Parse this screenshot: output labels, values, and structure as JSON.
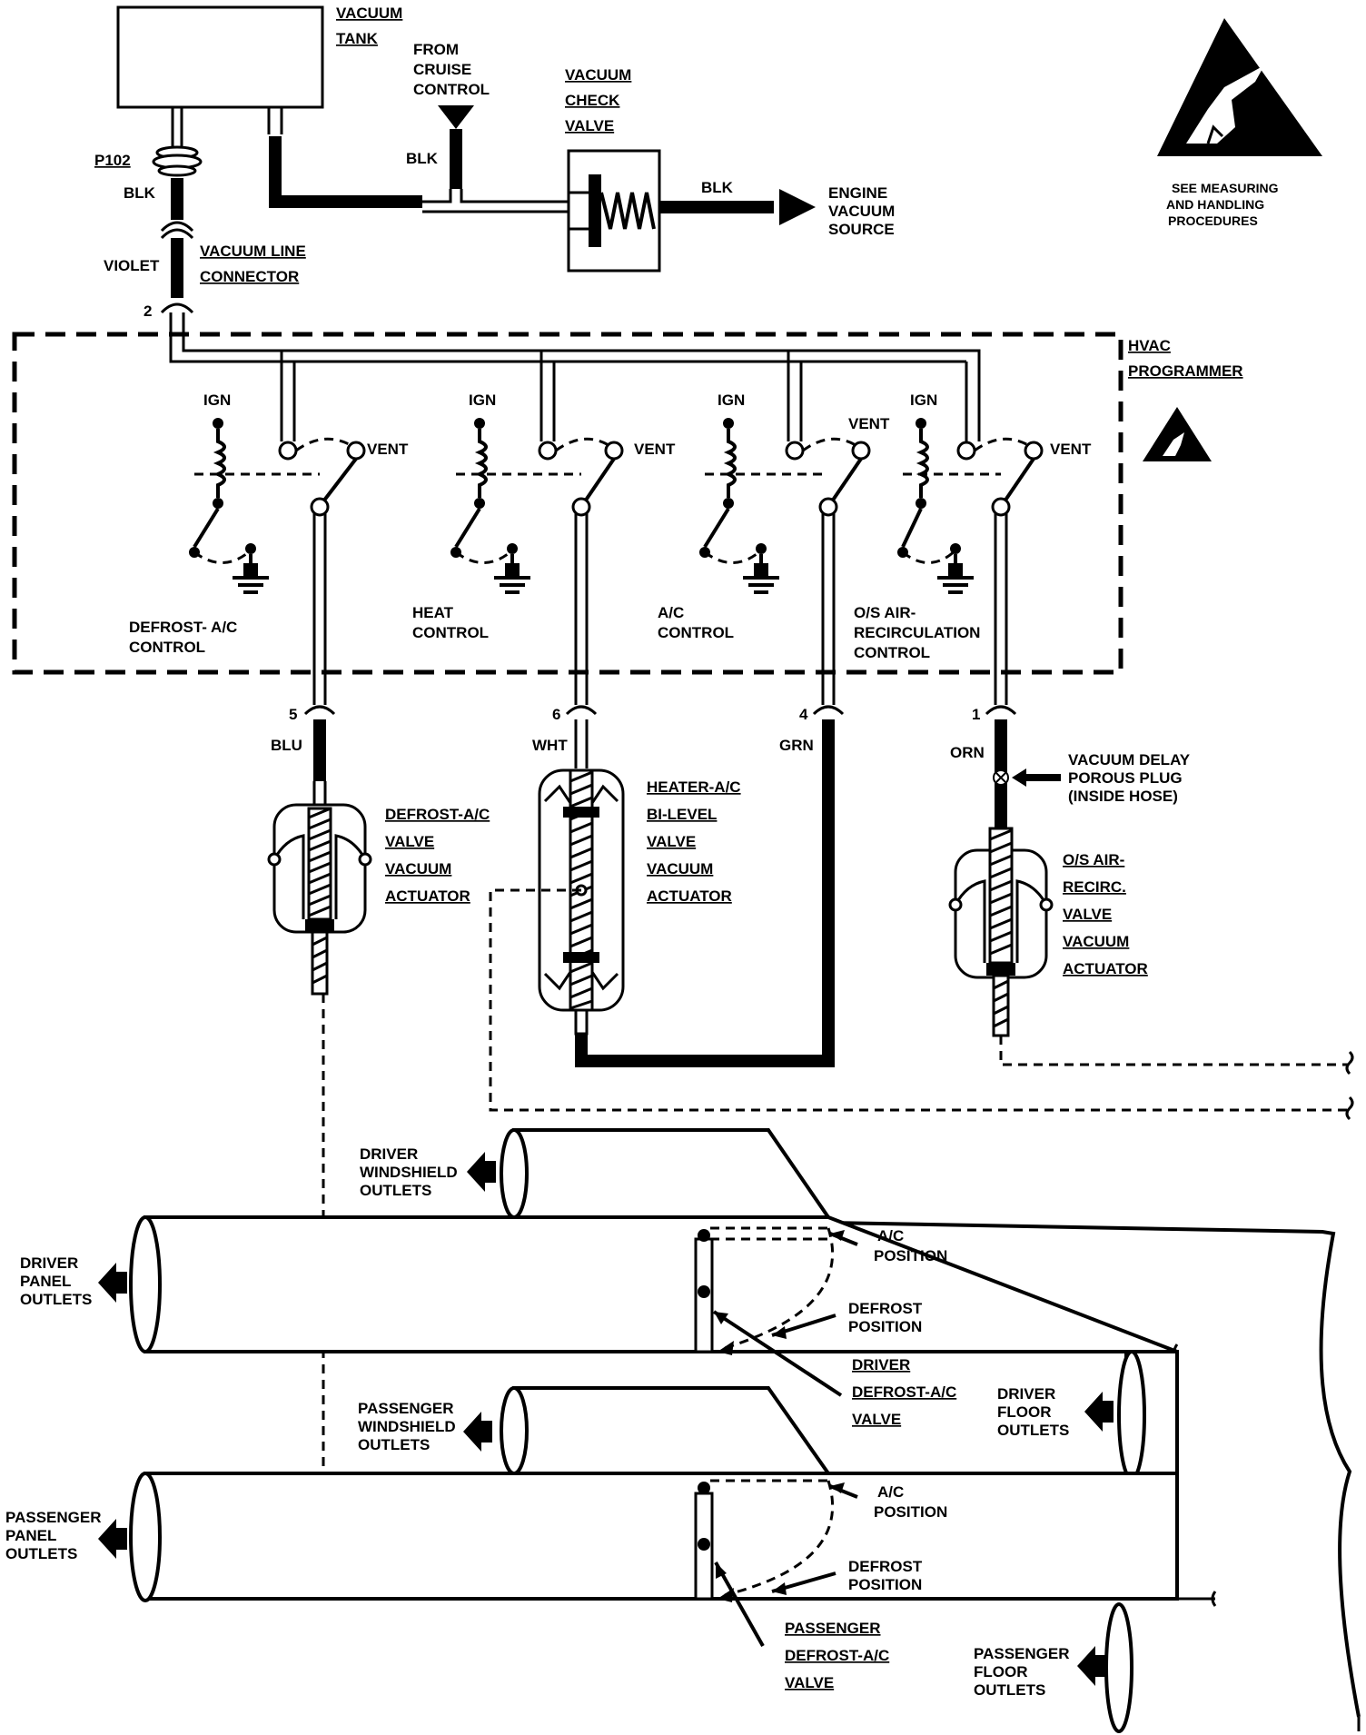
{
  "labels": {
    "vacuum_tank": [
      "VACUUM",
      "TANK"
    ],
    "from_cruise": [
      "FROM",
      "CRUISE",
      "CONTROL"
    ],
    "vacuum_check_valve": [
      "VACUUM",
      "CHECK",
      "VALVE"
    ],
    "blk": "BLK",
    "engine_vacuum": [
      "ENGINE",
      "VACUUM",
      "SOURCE"
    ],
    "esd_note": [
      "SEE MEASURING",
      "AND HANDLING",
      "PROCEDURES"
    ],
    "p102": "P102",
    "violet": "VIOLET",
    "vacuum_line_connector": [
      "VACUUM LINE",
      "CONNECTOR"
    ],
    "pin2": "2",
    "hvac_programmer": [
      "HVAC",
      "PROGRAMMER"
    ],
    "ign": "IGN",
    "vent": "VENT",
    "defrost_ac_control": [
      "DEFROST- A/C",
      "CONTROL"
    ],
    "heat_control": [
      "HEAT",
      "CONTROL"
    ],
    "ac_control": [
      "A/C",
      "CONTROL"
    ],
    "os_air_recirc_control": [
      "O/S AIR-",
      "RECIRCULATION",
      "CONTROL"
    ],
    "pin5": "5",
    "pin6": "6",
    "pin4": "4",
    "pin1": "1",
    "blu": "BLU",
    "wht": "WHT",
    "grn": "GRN",
    "orn": "ORN",
    "defrost_ac_actuator": [
      "DEFROST-A/C",
      "VALVE",
      "VACUUM",
      "ACTUATOR"
    ],
    "heater_ac_actuator": [
      "HEATER-A/C",
      "BI-LEVEL",
      "VALVE",
      "VACUUM",
      "ACTUATOR"
    ],
    "vacuum_delay": [
      "VACUUM DELAY",
      "POROUS PLUG",
      "(INSIDE HOSE)"
    ],
    "os_air_recirc_actuator": [
      "O/S AIR-",
      "RECIRC.",
      "VALVE",
      "VACUUM",
      "ACTUATOR"
    ],
    "driver_windshield": [
      "DRIVER",
      "WINDSHIELD",
      "OUTLETS"
    ],
    "driver_panel": [
      "DRIVER",
      "PANEL",
      "OUTLETS"
    ],
    "ac_position": [
      "A/C",
      "POSITION"
    ],
    "defrost_position": [
      "DEFROST",
      "POSITION"
    ],
    "driver_defrost_valve": [
      "DRIVER",
      "DEFROST-A/C",
      "VALVE"
    ],
    "driver_floor": [
      "DRIVER",
      "FLOOR",
      "OUTLETS"
    ],
    "passenger_windshield": [
      "PASSENGER",
      "WINDSHIELD",
      "OUTLETS"
    ],
    "passenger_panel": [
      "PASSENGER",
      "PANEL",
      "OUTLETS"
    ],
    "passenger_defrost_valve": [
      "PASSENGER",
      "DEFROST-A/C",
      "VALVE"
    ],
    "passenger_floor": [
      "PASSENGER",
      "FLOOR",
      "OUTLETS"
    ]
  },
  "icons": [
    "esd-warning-icon",
    "esd-small-icon",
    "arrow-left-icon",
    "arrow-right-icon",
    "ground-icon"
  ],
  "colors": {
    "line": "#000000",
    "background": "#ffffff"
  }
}
